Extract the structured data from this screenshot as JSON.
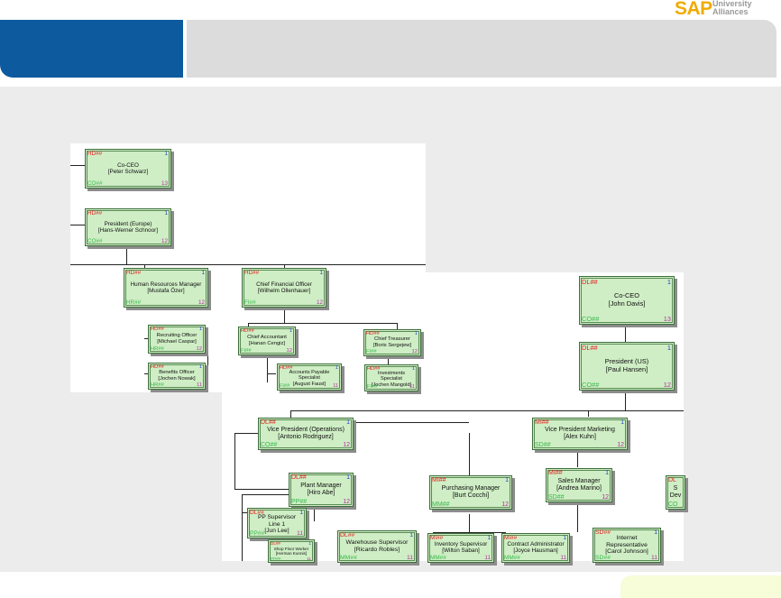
{
  "logo": {
    "brand": "SAP",
    "line1": "University",
    "line2": "Alliances"
  },
  "colors": {
    "header_blue": "#0d5a9f",
    "header_gray": "#dcdcdc",
    "content_bg": "#ececec",
    "node_fill": "#cfeec5",
    "code_red": "#e01d1d",
    "code_green": "#37b84a",
    "count_blue": "#2240c8",
    "count_purple": "#b0309f"
  },
  "org_chart": {
    "europe": [
      {
        "id": "co-ceo-europe",
        "tl": "HD##",
        "tr": "1",
        "l1": "Co-CEO",
        "l2": "[Peter Schwarz]",
        "bl": "CO##",
        "br": "13"
      },
      {
        "id": "president-europe",
        "tl": "HD##",
        "tr": "1",
        "l1": "President (Europe)",
        "l2": "[Hans-Werner Schnoor]",
        "bl": "CO##",
        "br": "12"
      },
      {
        "id": "hr-manager",
        "tl": "HD##",
        "tr": "1",
        "l1": "Human Resources Manager",
        "l2": "[Mustafa Özer]",
        "bl": "HR##",
        "br": "12"
      },
      {
        "id": "cfo",
        "tl": "HD##",
        "tr": "1",
        "l1": "Chief Financial Officer",
        "l2": "[Wilhelm Ollenhauer]",
        "bl": "FI##",
        "br": "12"
      },
      {
        "id": "recruiting-officer",
        "tl": "HD##",
        "tr": "1",
        "l1": "Recruiting Officer",
        "l2": "[Michael Caspar]",
        "bl": "HR##",
        "br": "12"
      },
      {
        "id": "benefits-officer",
        "tl": "HD##",
        "tr": "1",
        "l1": "Benefits Officer",
        "l2": "[Jochen Nowak]",
        "bl": "HR##",
        "br": "11"
      },
      {
        "id": "chief-accountant",
        "tl": "HD##",
        "tr": "1",
        "l1": "Chief Accountant",
        "l2": "[Hanan Cengiz]",
        "bl": "FI##",
        "br": "12"
      },
      {
        "id": "chief-treasurer",
        "tl": "HD##",
        "tr": "1",
        "l1": "Chief Treasurer",
        "l2": "[Boris Sergejew]",
        "bl": "FI##",
        "br": "12"
      },
      {
        "id": "ap-specialist",
        "tl": "HD##",
        "tr": "1",
        "l1": "Accounts Payable",
        "l2": "Specialist",
        "l3": "[August Faust]",
        "bl": "FI##",
        "br": "11"
      },
      {
        "id": "investments-specialist",
        "tl": "HD##",
        "tr": "1",
        "l1": "Investments",
        "l2": "Specialist",
        "l3": "[Jochen Mangold]",
        "bl": "FI##",
        "br": "11"
      }
    ],
    "us": [
      {
        "id": "co-ceo-us",
        "tl": "DL##",
        "tr": "1",
        "l1": "Co-CEO",
        "l2": "[John Davis]",
        "bl": "CO##",
        "br": "13"
      },
      {
        "id": "president-us",
        "tl": "DL##",
        "tr": "1",
        "l1": "President (US)",
        "l2": "[Paul Hansen]",
        "bl": "CO##",
        "br": "12"
      },
      {
        "id": "vp-operations",
        "tl": "DL##",
        "tr": "1",
        "l1": "Vice President (Operations)",
        "l2": "[Antonio Rodriguez]",
        "bl": "CO##",
        "br": "12"
      },
      {
        "id": "vp-marketing",
        "tl": "MI##",
        "tr": "1",
        "l1": "Vice President Marketing",
        "l2": "[Alex Kuhn]",
        "bl": "SD##",
        "br": "12"
      },
      {
        "id": "plant-manager",
        "tl": "DL##",
        "tr": "1",
        "l1": "Plant Manager",
        "l2": "[Hiro Abe]",
        "bl": "PP##",
        "br": "12"
      },
      {
        "id": "purchasing-manager",
        "tl": "MI##",
        "tr": "1",
        "l1": "Purchasing Manager",
        "l2": "[Burt Cocchi]",
        "bl": "MM##",
        "br": "12"
      },
      {
        "id": "sales-manager",
        "tl": "MI##",
        "tr": "1",
        "l1": "Sales Manager",
        "l2": "[Andrea Marino]",
        "bl": "SD##",
        "br": "12"
      },
      {
        "id": "pp-supervisor",
        "tl": "DL##",
        "tr": "1",
        "l1": "PP Supervisor",
        "l2": "Line 1",
        "l3": "[Jun Lee]",
        "bl": "PP##",
        "br": "11"
      },
      {
        "id": "shop-floor-worker",
        "tl": "DL##",
        "tr": "1",
        "l1": "Shop Floor Worker",
        "l2": "[Herman Kunnis]",
        "bl": "PP##",
        "br": "11"
      },
      {
        "id": "warehouse-supervisor",
        "tl": "DL##",
        "tr": "1",
        "l1": "Warehouse Supervisor",
        "l2": "[Ricardo Robles]",
        "bl": "MM##",
        "br": "11"
      },
      {
        "id": "inventory-supervisor",
        "tl": "MI##",
        "tr": "1",
        "l1": "Inventory Supervisor",
        "l2": "[Wilton Saban]",
        "bl": "MM##",
        "br": "11"
      },
      {
        "id": "contract-administrator",
        "tl": "MI##",
        "tr": "1",
        "l1": "Contract Administrator",
        "l2": "[Joyce Hausman]",
        "bl": "MM##",
        "br": "11"
      },
      {
        "id": "internet-representative",
        "tl": "SD##",
        "tr": "1",
        "l1": "Internet",
        "l2": "Representative",
        "l3": "[Carol Johnson]",
        "bl": "SD##",
        "br": "11"
      },
      {
        "id": "dev-partial",
        "tl": "DL",
        "tr": "",
        "l1": "S",
        "l2": "Dev",
        "l3": "",
        "bl": "CO",
        "br": ""
      }
    ]
  }
}
